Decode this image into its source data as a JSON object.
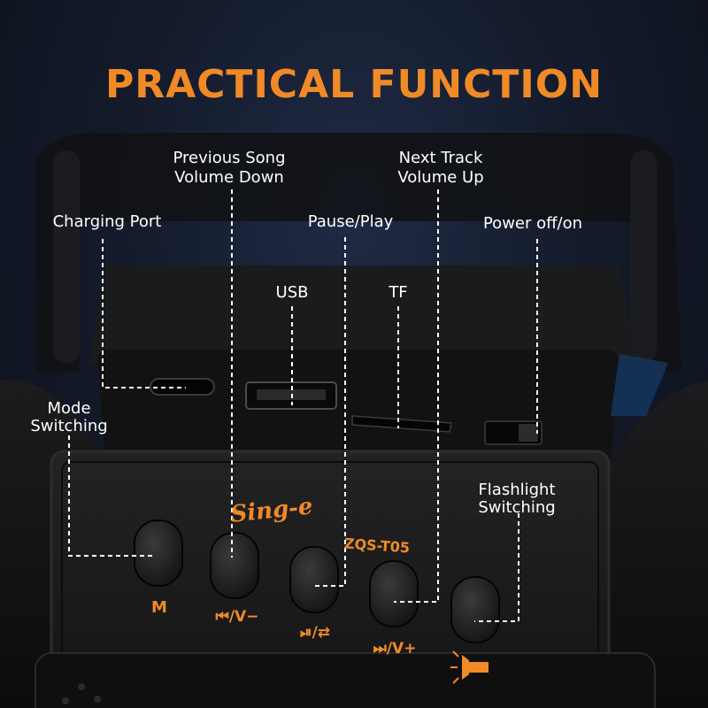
{
  "title": "PRACTICAL FUNCTION",
  "labels": {
    "previous": [
      "Previous Song",
      "Volume Down"
    ],
    "next": [
      "Next Track",
      "Volume Up"
    ],
    "charging_port": "Charging Port",
    "pause_play": "Pause/Play",
    "power": "Power off/on",
    "usb": "USB",
    "tf": "TF",
    "mode": [
      "Mode",
      "Switching"
    ],
    "flashlight": [
      "Flashlight",
      "Switching"
    ]
  },
  "device": {
    "brand": "Sing-e",
    "model": "ZQS-T05",
    "buttons": {
      "mode": "M",
      "prev": "⏮/V−",
      "play": "⏯/⇄",
      "next": "⏭/V+"
    }
  },
  "colors": {
    "accent": "#f08a26",
    "label_text": "#ffffff",
    "device_body": "#141414"
  },
  "icons": [
    "flashlight-icon"
  ]
}
